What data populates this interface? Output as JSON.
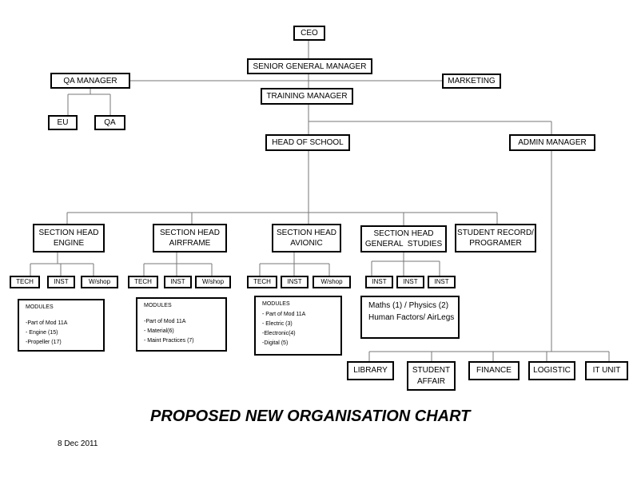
{
  "chart_title": "PROPOSED NEW ORGANISATION CHART",
  "date": "8 Dec 2011",
  "nodes": {
    "ceo": "CEO",
    "sgm": "SENIOR GENERAL MANAGER",
    "qa_manager": "QA MANAGER",
    "marketing": "MARKETING",
    "eu": "EU",
    "qa": "QA",
    "training_manager": "TRAINING MANAGER",
    "head_of_school": "HEAD OF SCHOOL",
    "admin_manager": "ADMIN MANAGER",
    "sh_engine": [
      "SECTION HEAD",
      "ENGINE"
    ],
    "sh_airframe": [
      "SECTION HEAD",
      "AIRFRAME"
    ],
    "sh_avionic": [
      "SECTION HEAD",
      "AVIONIC"
    ],
    "sh_general": [
      "SECTION HEAD",
      "GENERAL  STUDIES"
    ],
    "student_record": [
      "STUDENT RECORD/",
      "PROGRAMER"
    ],
    "library": "LIBRARY",
    "student_affair": [
      "STUDENT",
      "AFFAIR"
    ],
    "finance": "FINANCE",
    "logistic": "LOGISTIC",
    "it_unit": "IT UNIT"
  },
  "units": {
    "tech": "TECH",
    "inst": "INST",
    "wshop": "W/shop"
  },
  "modules": {
    "header": "MODULES",
    "engine": [
      "-Part of Mod 11A",
      "- Engine (15)",
      "-Propeller (17)"
    ],
    "airframe": [
      "-Part of Mod 11A",
      "- Material(6)",
      "- Maint Practices (7)"
    ],
    "avionic": [
      "- Part of Mod 11A",
      "- Electric (3)",
      "-Electronic(4)",
      "-Digital (5)"
    ],
    "general": [
      "Maths (1) / Physics (2)",
      "Human Factors/ AirLegs"
    ]
  }
}
